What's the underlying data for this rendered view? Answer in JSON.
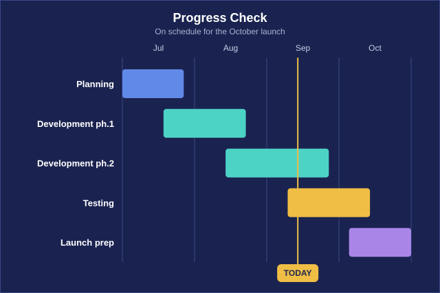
{
  "header": {
    "title": "Progress Check",
    "subtitle": "On schedule for the October launch"
  },
  "chart_data": {
    "type": "gantt",
    "title": "Progress Check",
    "subtitle": "On schedule for the October launch",
    "x_ticks": [
      "Jul",
      "Aug",
      "Sep",
      "Oct"
    ],
    "x_range_months": [
      0,
      4
    ],
    "tasks": [
      {
        "name": "Planning",
        "start": 0.0,
        "end": 0.85,
        "color": "#6189e8"
      },
      {
        "name": "Development ph.1",
        "start": 0.57,
        "end": 1.71,
        "color": "#4dd2c6"
      },
      {
        "name": "Development ph.2",
        "start": 1.43,
        "end": 2.86,
        "color": "#4dd2c6"
      },
      {
        "name": "Testing",
        "start": 2.29,
        "end": 3.43,
        "color": "#f0be45"
      },
      {
        "name": "Launch prep",
        "start": 3.14,
        "end": 4.0,
        "color": "#a985e8"
      }
    ],
    "today": {
      "label": "TODAY",
      "value": 2.43,
      "color": "#f0be45"
    },
    "grid": true,
    "gridline_color": "#3a4a86"
  }
}
